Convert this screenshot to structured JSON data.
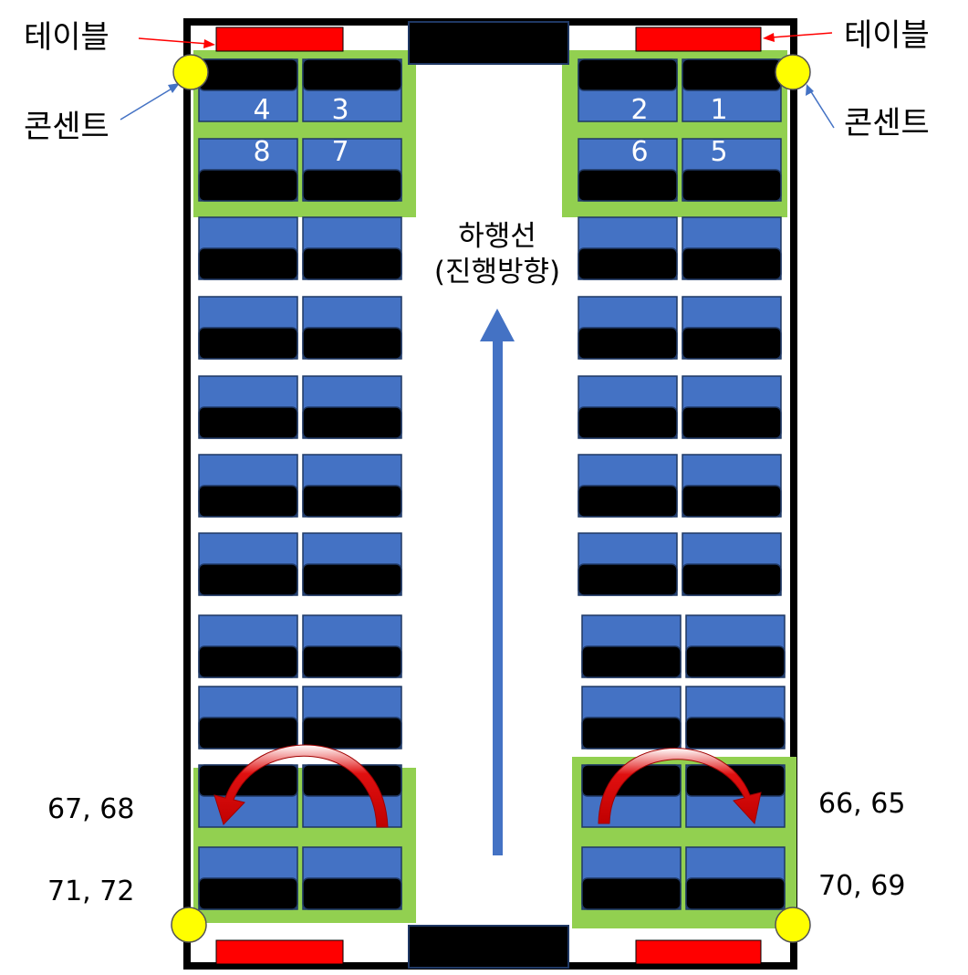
{
  "labels": {
    "table": "테이블",
    "outlet": "콘센트",
    "direction_line1": "하행선",
    "direction_line2": "(진행방향)"
  },
  "seat_numbers": [
    "4",
    "3",
    "8",
    "7",
    "2",
    "1",
    "6",
    "5"
  ],
  "row_labels": [
    "67, 68",
    "71, 72",
    "66, 65",
    "70, 69"
  ],
  "colors": {
    "seat_back": "#000000",
    "seat_cushion": "#4472c4",
    "highlight_area": "#92d050",
    "table": "#ff0000",
    "outlet": "#ffff00",
    "arrow": "#4472c4",
    "turn_arrow": "#c00000"
  }
}
